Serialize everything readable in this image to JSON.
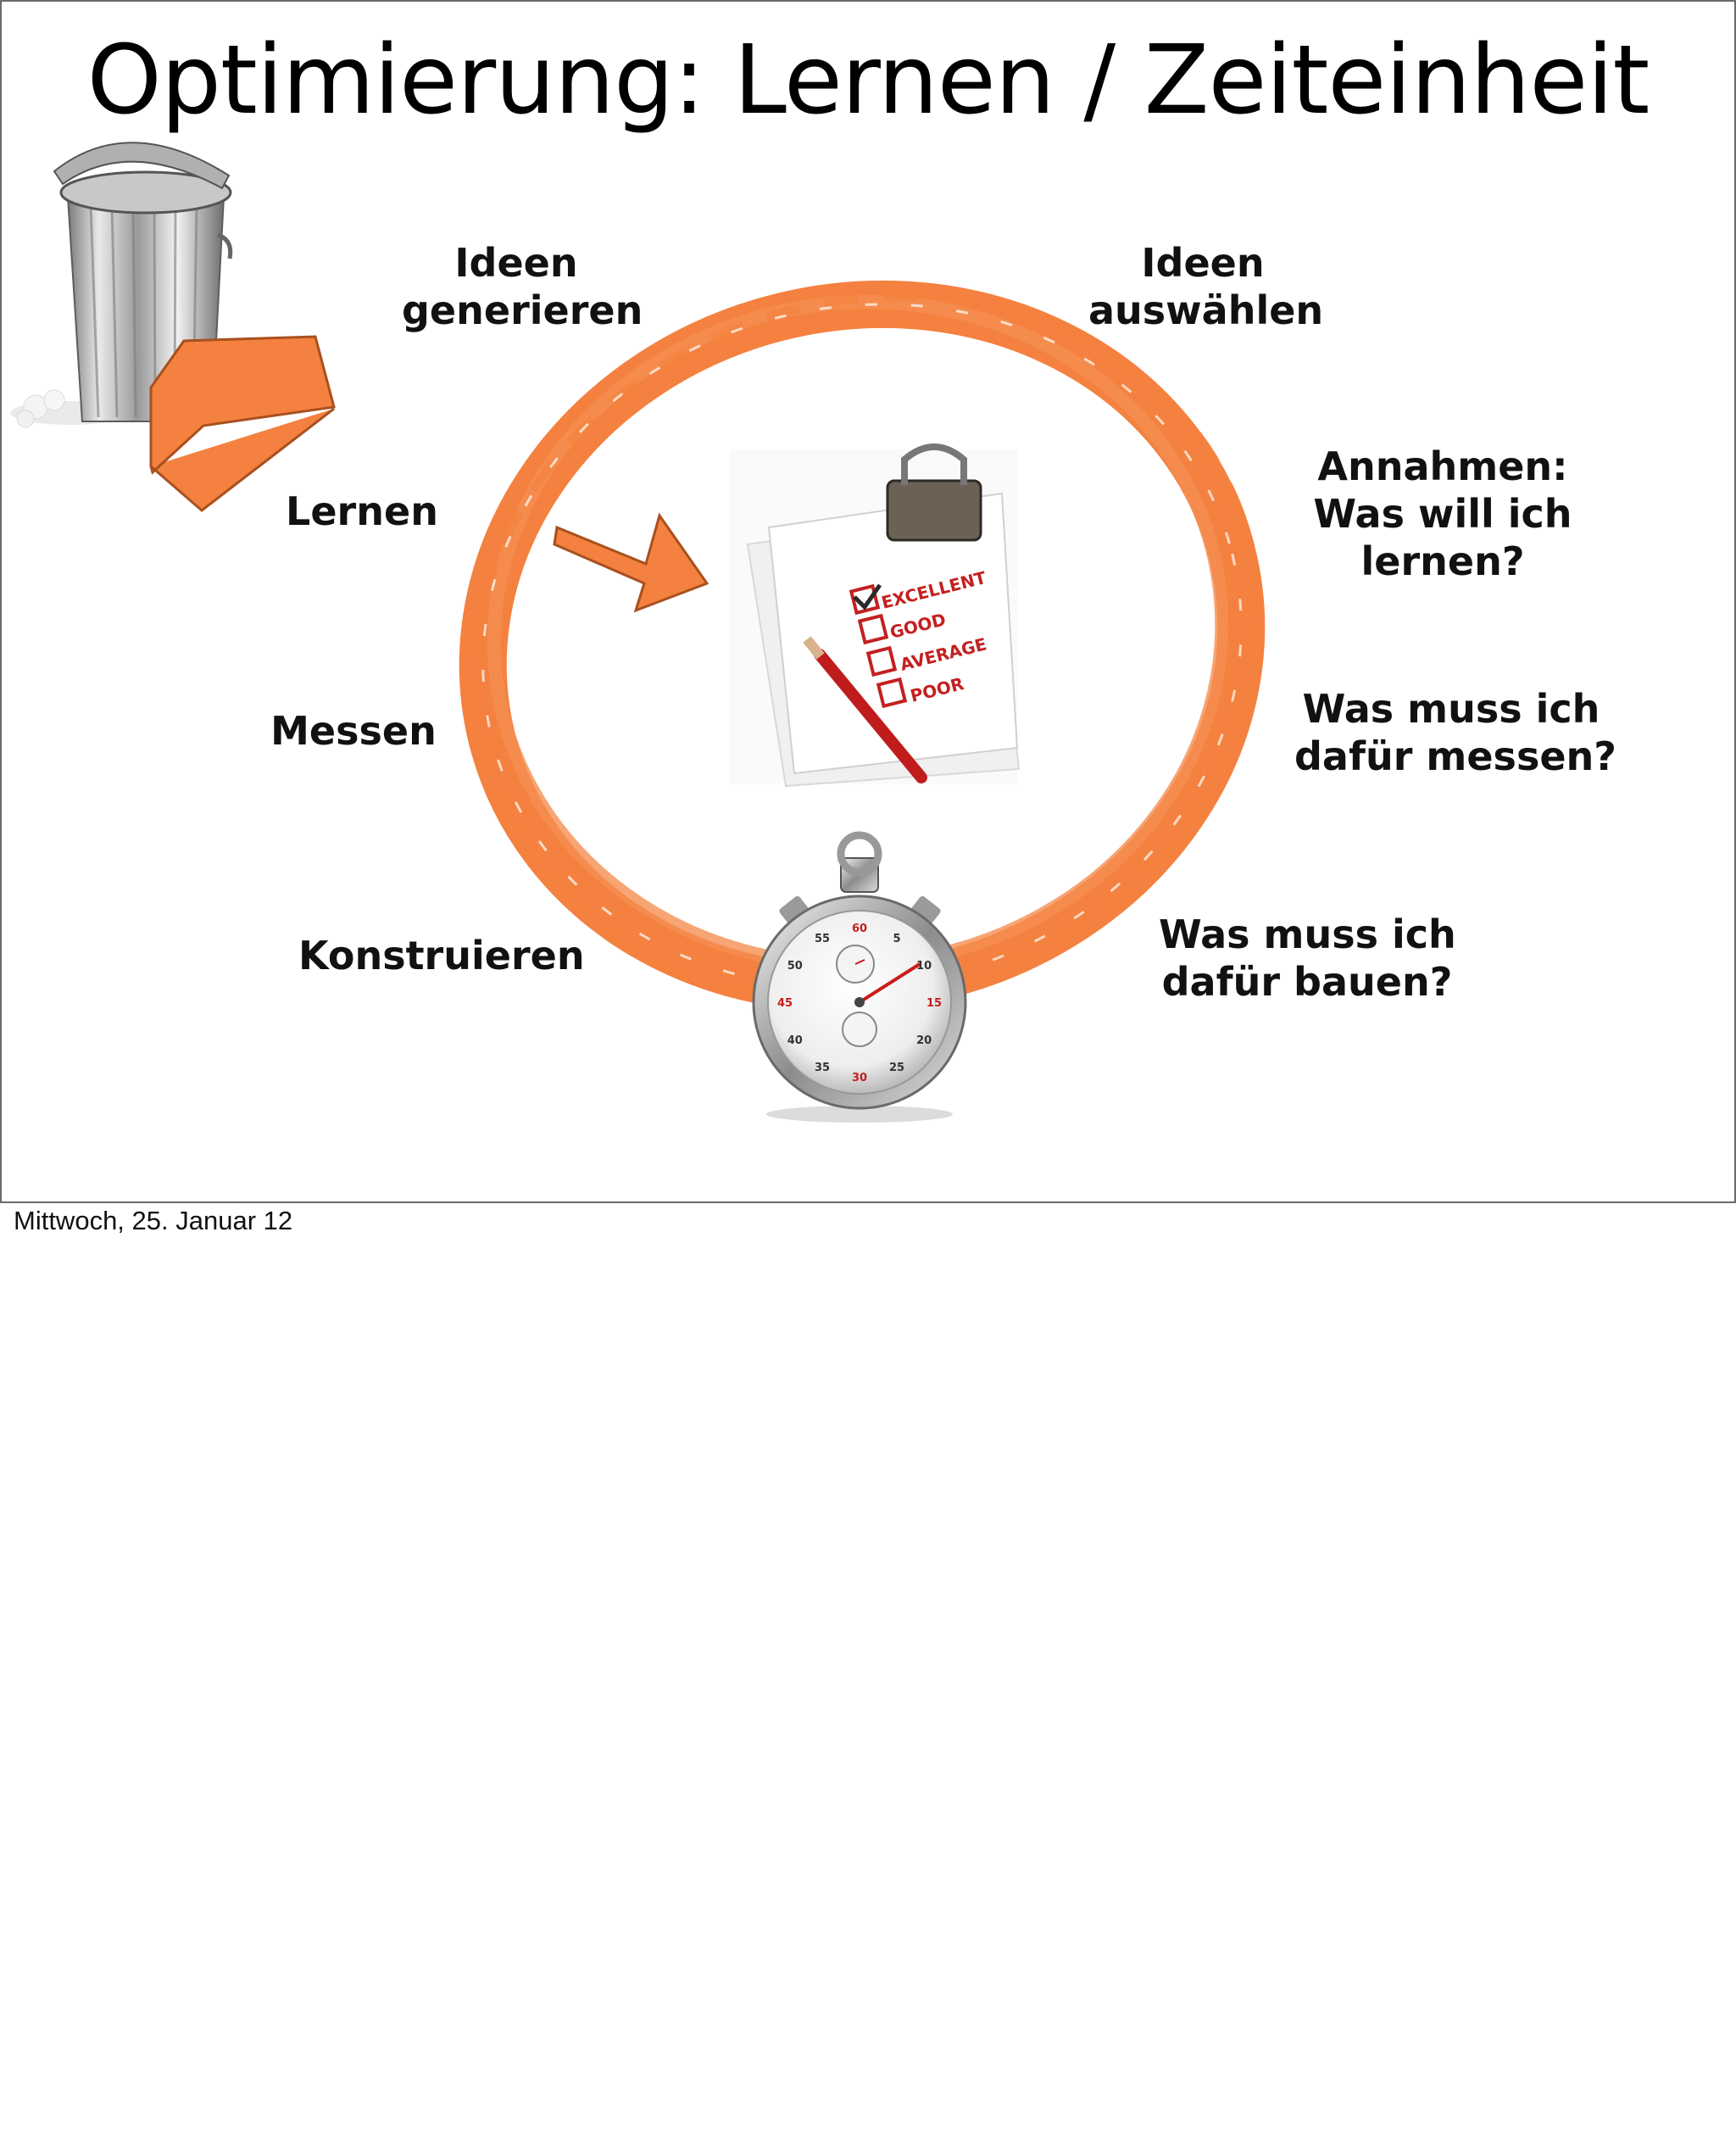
{
  "slide": {
    "title": "Optimierung: Lernen / Zeiteinheit",
    "accent_color": "#f4813f",
    "cycle_labels_left": {
      "ideen_generieren": [
        "Ideen",
        "generieren"
      ],
      "lernen": "Lernen",
      "messen": "Messen",
      "konstruieren": "Konstruieren"
    },
    "cycle_labels_right": {
      "ideen_auswaehlen": [
        "Ideen",
        "auswählen"
      ],
      "annahmen": [
        "Annahmen:",
        "Was will ich",
        "lernen?"
      ],
      "messen_frage": [
        "Was muss ich",
        "dafür messen?"
      ],
      "bauen_frage": [
        "Was muss ich",
        "dafür bauen?"
      ]
    },
    "checklist_items": [
      "EXCELLENT",
      "GOOD",
      "AVERAGE",
      "POOR"
    ],
    "stopwatch_numbers": [
      "60",
      "5",
      "10",
      "15",
      "20",
      "25",
      "30",
      "35",
      "40",
      "45",
      "50",
      "55"
    ],
    "icons": [
      "trash-can-icon",
      "up-arrow-icon",
      "right-arrow-icon",
      "checklist-icon",
      "stopwatch-icon"
    ]
  },
  "footer": {
    "date_text": "Mittwoch, 25. Januar 12"
  }
}
